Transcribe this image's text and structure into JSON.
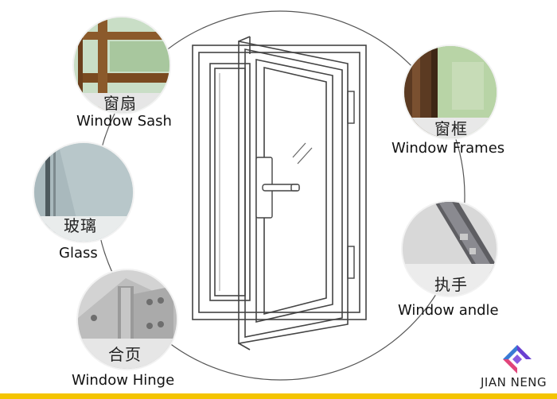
{
  "callouts": {
    "sash": {
      "cn": "窗扇",
      "en": "Window Sash"
    },
    "frames": {
      "cn": "窗框",
      "en": "Window Frames"
    },
    "glass": {
      "cn": "玻璃",
      "en": "Glass"
    },
    "handle": {
      "cn": "执手",
      "en": "Window andle"
    },
    "hinge": {
      "cn": "合页",
      "en": "Window Hinge"
    }
  },
  "brand": {
    "name": "JIAN NENG",
    "logo_icon": "jian-neng-logo-icon"
  },
  "colors": {
    "line": "#555555",
    "accent_yellow": "#f4c400",
    "logo_purple": "#6a3fd1",
    "logo_blue": "#3a7bd5",
    "logo_pink": "#e0457b"
  }
}
